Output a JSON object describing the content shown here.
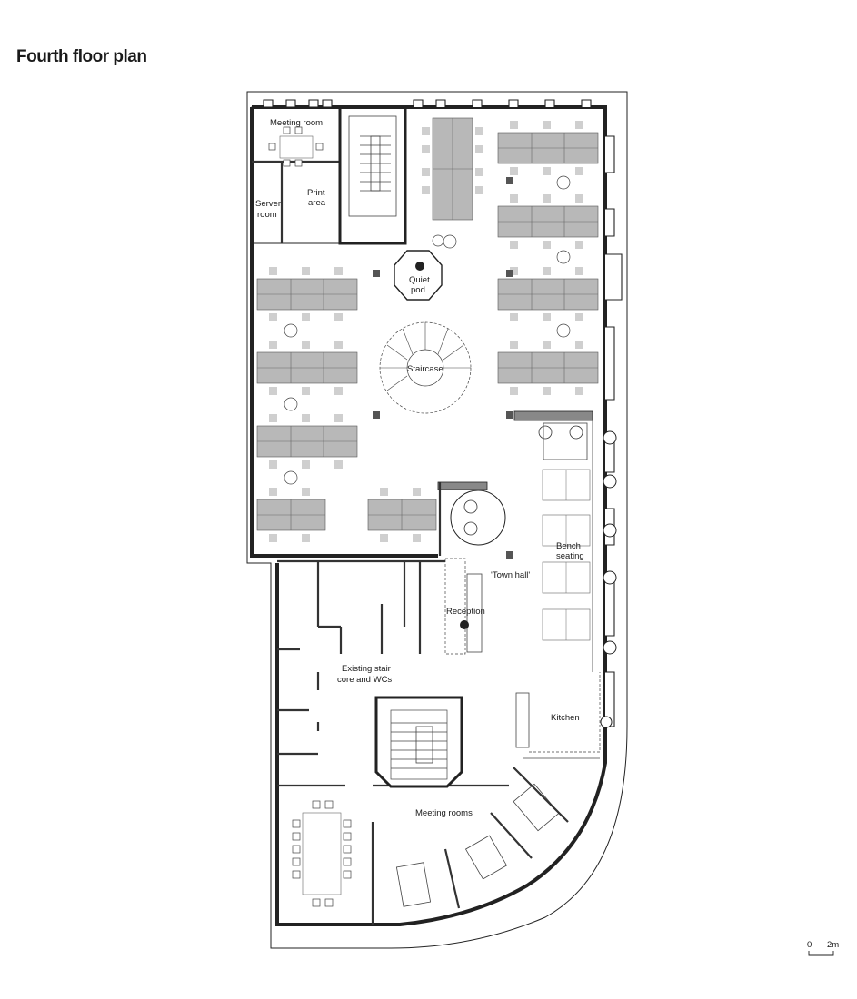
{
  "title": "Fourth floor plan",
  "rooms": {
    "meeting_room": "Meeting room",
    "server_room": "Server room",
    "server_room_l1": "Server",
    "server_room_l2": "room",
    "print_area_l1": "Print",
    "print_area_l2": "area",
    "quiet_pod_l1": "Quiet",
    "quiet_pod_l2": "pod",
    "staircase": "Staircase",
    "town_hall": "'Town hall'",
    "bench_l1": "Bench",
    "bench_l2": "seating",
    "reception": "Reception",
    "stair_core_l1": "Existing stair",
    "stair_core_l2": "core and WCs",
    "kitchen": "Kitchen",
    "meeting_rooms": "Meeting rooms"
  },
  "scale_bar": {
    "start": "0",
    "end": "2m"
  },
  "colors": {
    "desk": "#b8b8b8",
    "chair": "#cfcfcf",
    "wall": "#222222"
  }
}
